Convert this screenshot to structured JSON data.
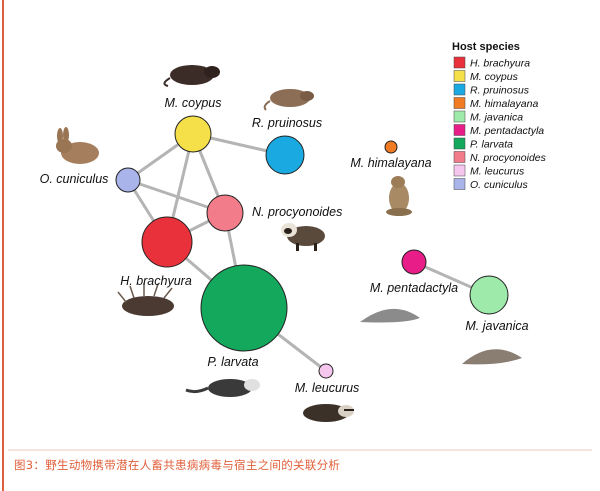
{
  "caption": "图3：野生动物携带潜在人畜共患病病毒与宿主之间的关联分析",
  "legend": {
    "title": "Host species",
    "items": [
      {
        "label": "H. brachyura",
        "color": "#e8313a"
      },
      {
        "label": "M. coypus",
        "color": "#f6e049"
      },
      {
        "label": "R. pruinosus",
        "color": "#1aa9e0"
      },
      {
        "label": "M. himalayana",
        "color": "#f07b22"
      },
      {
        "label": "M. javanica",
        "color": "#9eeaaa"
      },
      {
        "label": "M. pentadactyla",
        "color": "#e81d87"
      },
      {
        "label": "P. larvata",
        "color": "#13a85c"
      },
      {
        "label": "N. procyonoides",
        "color": "#f27c8a"
      },
      {
        "label": "M. leucurus",
        "color": "#f6c7ee"
      },
      {
        "label": "O. cuniculus",
        "color": "#a8b4ea"
      }
    ]
  },
  "nodes": [
    {
      "id": "m-coypus",
      "label": "M. coypus",
      "color": "#f6e049"
    },
    {
      "id": "r-pruinosus",
      "label": "R. pruinosus",
      "color": "#1aa9e0"
    },
    {
      "id": "o-cuniculus",
      "label": "O. cuniculus",
      "color": "#a8b4ea"
    },
    {
      "id": "n-procyonoides",
      "label": "N. procyonoides",
      "color": "#f27c8a"
    },
    {
      "id": "h-brachyura",
      "label": "H. brachyura",
      "color": "#e8313a"
    },
    {
      "id": "p-larvata",
      "label": "P. larvata",
      "color": "#13a85c"
    },
    {
      "id": "m-leucurus",
      "label": "M. leucurus",
      "color": "#f6c7ee"
    },
    {
      "id": "m-himalayana",
      "label": "M. himalayana",
      "color": "#f07b22"
    },
    {
      "id": "m-pentadactyla",
      "label": "M. pentadactyla",
      "color": "#e81d87"
    },
    {
      "id": "m-javanica",
      "label": "M. javanica",
      "color": "#9eeaaa"
    }
  ],
  "edges": [
    [
      "m-coypus",
      "r-pruinosus"
    ],
    [
      "m-coypus",
      "o-cuniculus"
    ],
    [
      "m-coypus",
      "n-procyonoides"
    ],
    [
      "m-coypus",
      "h-brachyura"
    ],
    [
      "o-cuniculus",
      "n-procyonoides"
    ],
    [
      "o-cuniculus",
      "h-brachyura"
    ],
    [
      "n-procyonoides",
      "h-brachyura"
    ],
    [
      "n-procyonoides",
      "p-larvata"
    ],
    [
      "h-brachyura",
      "p-larvata"
    ],
    [
      "p-larvata",
      "m-leucurus"
    ],
    [
      "m-pentadactyla",
      "m-javanica"
    ]
  ],
  "colors": {
    "accent": "#e0603b",
    "edge": "#b4b4b4"
  }
}
